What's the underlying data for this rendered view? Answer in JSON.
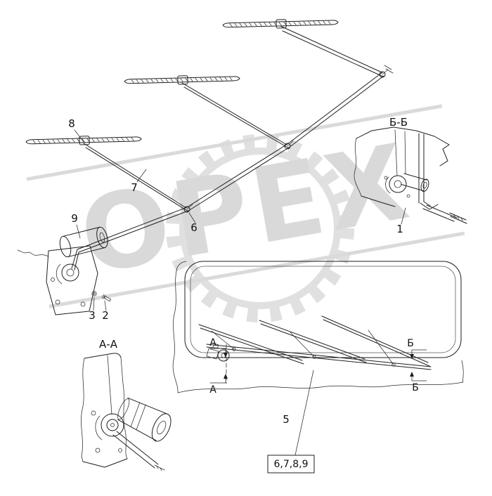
{
  "watermark": {
    "text": "ОРЕХ",
    "color": "#d9d9d9"
  },
  "diagram": {
    "part_labels": {
      "p1": "1",
      "p2": "2",
      "p3": "3",
      "p5": "5",
      "p6": "6",
      "p7": "7",
      "p8": "8",
      "p9": "9"
    },
    "sections": {
      "bb": "Б-Б",
      "aa": "А-А",
      "cut_a": "А",
      "cut_b": "Б"
    },
    "reference_box": "6,7,8,9"
  }
}
